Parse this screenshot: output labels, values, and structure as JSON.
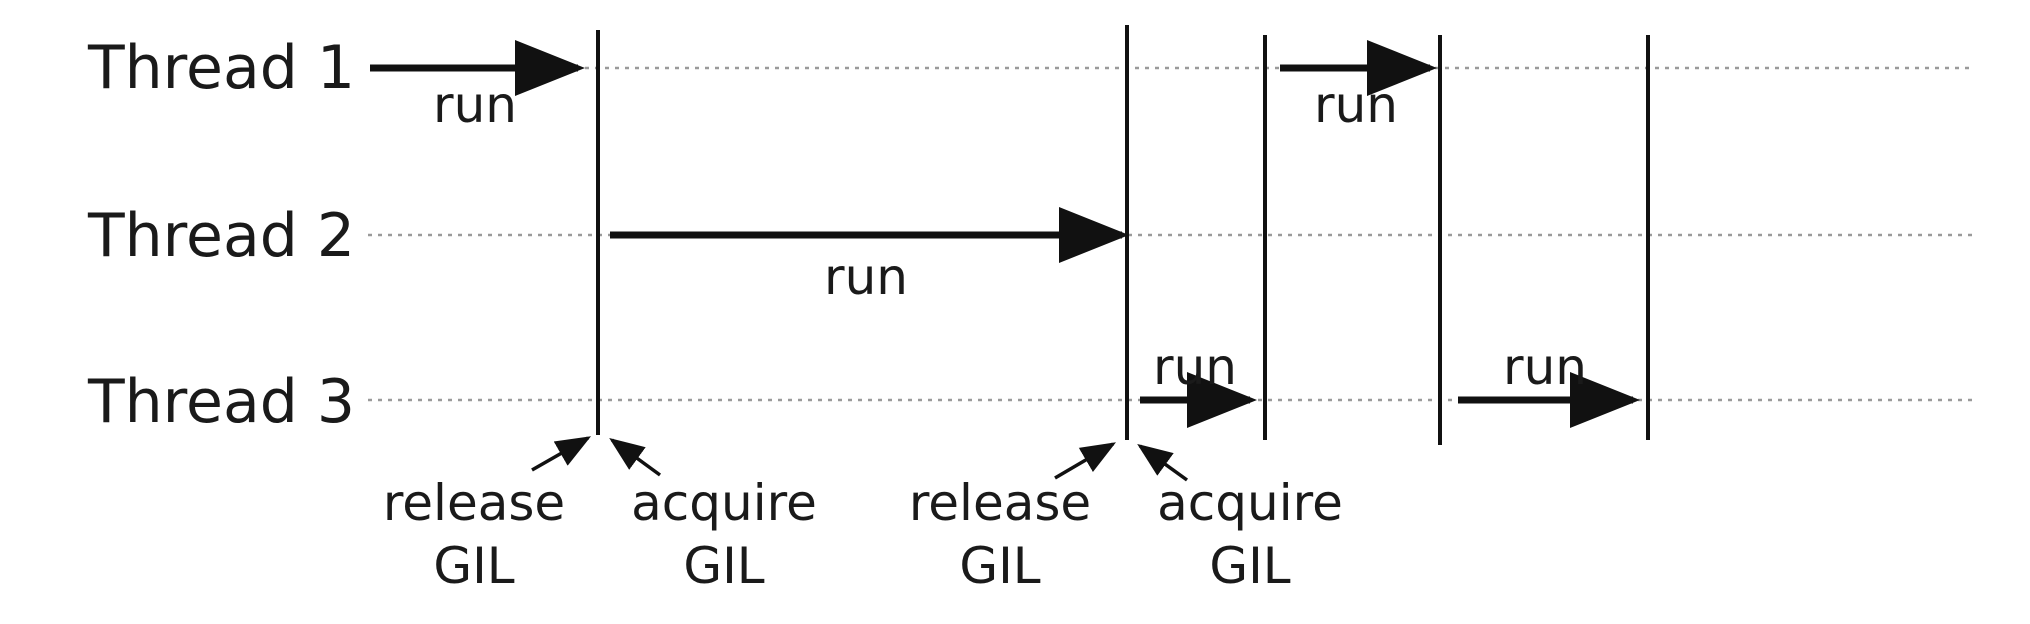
{
  "threads": [
    {
      "label": "Thread 1"
    },
    {
      "label": "Thread 2"
    },
    {
      "label": "Thread 3"
    }
  ],
  "run_label": "run",
  "annotations": [
    {
      "line1": "release",
      "line2": "GIL"
    },
    {
      "line1": "acquire",
      "line2": "GIL"
    },
    {
      "line1": "release",
      "line2": "GIL"
    },
    {
      "line1": "acquire",
      "line2": "GIL"
    }
  ],
  "colors": {
    "ink": "#111111",
    "dotted": "#9a9a9a",
    "background": "#ffffff"
  }
}
